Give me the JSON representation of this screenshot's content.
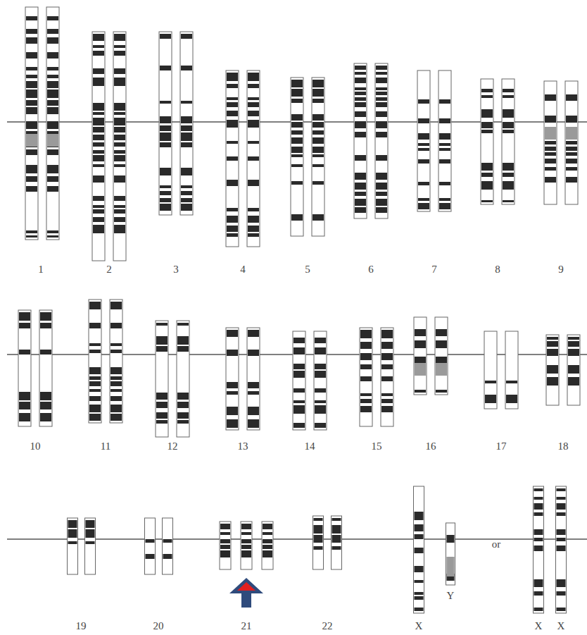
{
  "diagram": {
    "labels": [
      "1",
      "2",
      "3",
      "4",
      "5",
      "6",
      "7",
      "8",
      "9",
      "10",
      "11",
      "12",
      "13",
      "14",
      "15",
      "16",
      "17",
      "18",
      "19",
      "20",
      "21",
      "22",
      "X",
      "Y",
      "or",
      "X",
      "X"
    ]
  }
}
